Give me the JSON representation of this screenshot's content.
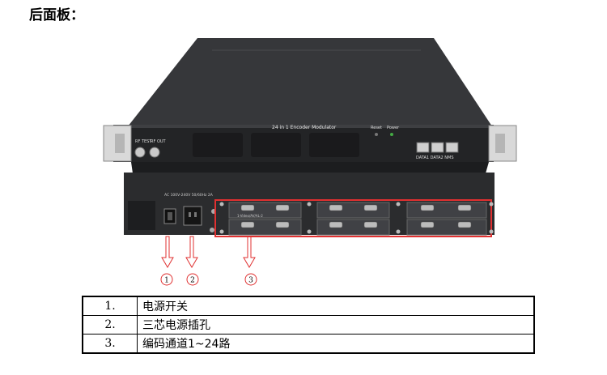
{
  "heading": "后面板：",
  "device": {
    "front_title": "24 in 1 Encoder Modulator",
    "rf_test": "RF TEST",
    "rf_out": "RF OUT",
    "reset": "Reset",
    "power": "Power",
    "port_labels": "DATA1 DATA2 NMS",
    "power_label": "AC 100V-240V 50/60Hz 2A",
    "channel_label": "1-Video/AV/AL-2"
  },
  "callouts": [
    "1",
    "2",
    "3"
  ],
  "legend": [
    {
      "num": "1.",
      "desc": "电源开关"
    },
    {
      "num": "2.",
      "desc": "三芯电源插孔"
    },
    {
      "num": "3.",
      "desc": "编码通道1~24路"
    }
  ],
  "colors": {
    "highlight": "#e03030",
    "chassis": "#2a2b2d",
    "top": "#3a3b3e"
  }
}
